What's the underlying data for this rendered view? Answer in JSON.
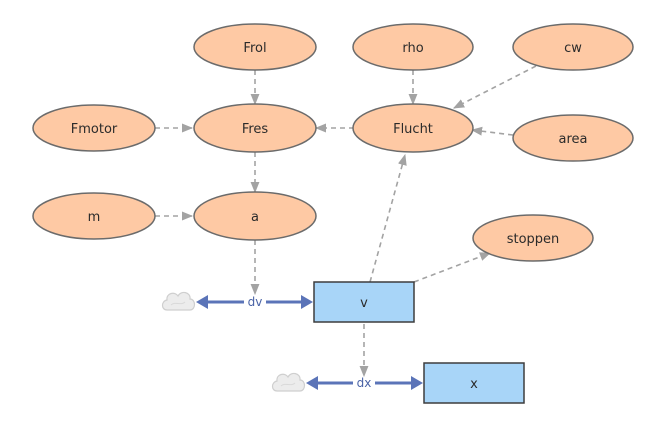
{
  "colors": {
    "auxiliary_fill": "#fec9a4",
    "auxiliary_stroke": "#6b6b6b",
    "stock_fill": "#a8d5f8",
    "stock_stroke": "#3d3d3d",
    "flow_pipe": "#5b74b8",
    "link": "#a3a3a3",
    "cloud": "#d7d7d7"
  },
  "auxiliaries": [
    {
      "id": "Frol",
      "label": "Frol"
    },
    {
      "id": "rho",
      "label": "rho"
    },
    {
      "id": "cw",
      "label": "cw"
    },
    {
      "id": "Fmotor",
      "label": "Fmotor"
    },
    {
      "id": "Fres",
      "label": "Fres"
    },
    {
      "id": "Flucht",
      "label": "Flucht"
    },
    {
      "id": "area",
      "label": "area"
    },
    {
      "id": "m",
      "label": "m"
    },
    {
      "id": "a",
      "label": "a"
    },
    {
      "id": "stoppen",
      "label": "stoppen"
    }
  ],
  "stocks": [
    {
      "id": "v",
      "label": "v"
    },
    {
      "id": "x",
      "label": "x"
    }
  ],
  "flows": [
    {
      "id": "dv",
      "label": "dv",
      "from": "cloud",
      "to": "v"
    },
    {
      "id": "dx",
      "label": "dx",
      "from": "cloud",
      "to": "x"
    }
  ],
  "links": [
    {
      "from": "Frol",
      "to": "Fres"
    },
    {
      "from": "rho",
      "to": "Flucht"
    },
    {
      "from": "cw",
      "to": "Flucht"
    },
    {
      "from": "area",
      "to": "Flucht"
    },
    {
      "from": "Fmotor",
      "to": "Fres"
    },
    {
      "from": "Flucht",
      "to": "Fres"
    },
    {
      "from": "Fres",
      "to": "a"
    },
    {
      "from": "m",
      "to": "a"
    },
    {
      "from": "a",
      "to": "dv"
    },
    {
      "from": "v",
      "to": "Flucht"
    },
    {
      "from": "v",
      "to": "stoppen"
    },
    {
      "from": "v",
      "to": "dx"
    }
  ]
}
